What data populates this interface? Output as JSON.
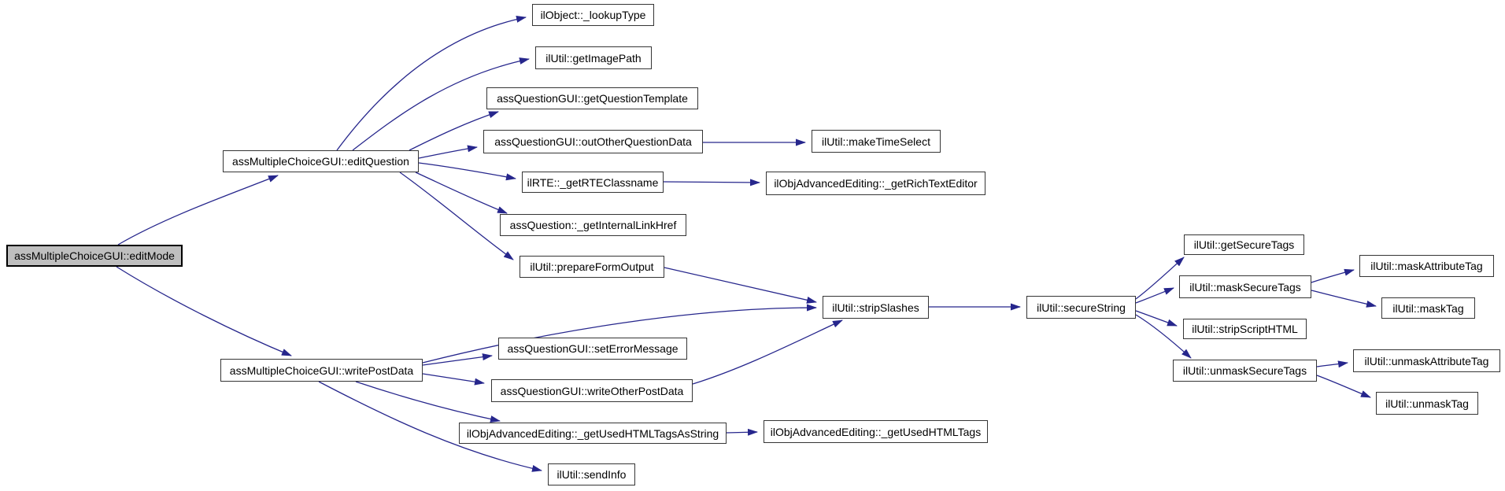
{
  "diagram": {
    "type": "call-graph",
    "colors": {
      "edge": "#26268c",
      "node_border": "#353535",
      "node_fill": "#ffffff",
      "root_fill": "#bfbfbf",
      "text": "#000000",
      "background": "#ffffff"
    },
    "nodes": {
      "editMode": {
        "label": "assMultipleChoiceGUI::editMode",
        "root": true
      },
      "editQuestion": {
        "label": "assMultipleChoiceGUI::editQuestion"
      },
      "writePostData": {
        "label": "assMultipleChoiceGUI::writePostData"
      },
      "lookupType": {
        "label": "ilObject::_lookupType"
      },
      "getImagePath": {
        "label": "ilUtil::getImagePath"
      },
      "getQuestionTemplate": {
        "label": "assQuestionGUI::getQuestionTemplate"
      },
      "outOtherQuestionData": {
        "label": "assQuestionGUI::outOtherQuestionData"
      },
      "getRTEClassname": {
        "label": "ilRTE::_getRTEClassname"
      },
      "getInternalLinkHref": {
        "label": "assQuestion::_getInternalLinkHref"
      },
      "prepareFormOutput": {
        "label": "ilUtil::prepareFormOutput"
      },
      "makeTimeSelect": {
        "label": "ilUtil::makeTimeSelect"
      },
      "getRichTextEditor": {
        "label": "ilObjAdvancedEditing::_getRichTextEditor"
      },
      "stripSlashes": {
        "label": "ilUtil::stripSlashes"
      },
      "secureString": {
        "label": "ilUtil::secureString"
      },
      "getSecureTags": {
        "label": "ilUtil::getSecureTags"
      },
      "maskSecureTags": {
        "label": "ilUtil::maskSecureTags"
      },
      "stripScriptHTML": {
        "label": "ilUtil::stripScriptHTML"
      },
      "unmaskSecureTags": {
        "label": "ilUtil::unmaskSecureTags"
      },
      "maskAttributeTag": {
        "label": "ilUtil::maskAttributeTag"
      },
      "maskTag": {
        "label": "ilUtil::maskTag"
      },
      "unmaskAttributeTag": {
        "label": "ilUtil::unmaskAttributeTag"
      },
      "unmaskTag": {
        "label": "ilUtil::unmaskTag"
      },
      "setErrorMessage": {
        "label": "assQuestionGUI::setErrorMessage"
      },
      "writeOtherPostData": {
        "label": "assQuestionGUI::writeOtherPostData"
      },
      "getUsedHTMLTagsAsString": {
        "label": "ilObjAdvancedEditing::_getUsedHTMLTagsAsString"
      },
      "sendInfo": {
        "label": "ilUtil::sendInfo"
      },
      "getUsedHTMLTags": {
        "label": "ilObjAdvancedEditing::_getUsedHTMLTags"
      }
    },
    "edges": [
      {
        "from": "editMode",
        "to": "editQuestion"
      },
      {
        "from": "editMode",
        "to": "writePostData"
      },
      {
        "from": "editQuestion",
        "to": "lookupType"
      },
      {
        "from": "editQuestion",
        "to": "getImagePath"
      },
      {
        "from": "editQuestion",
        "to": "getQuestionTemplate"
      },
      {
        "from": "editQuestion",
        "to": "outOtherQuestionData"
      },
      {
        "from": "editQuestion",
        "to": "getRTEClassname"
      },
      {
        "from": "editQuestion",
        "to": "getInternalLinkHref"
      },
      {
        "from": "editQuestion",
        "to": "prepareFormOutput"
      },
      {
        "from": "outOtherQuestionData",
        "to": "makeTimeSelect"
      },
      {
        "from": "getRTEClassname",
        "to": "getRichTextEditor"
      },
      {
        "from": "prepareFormOutput",
        "to": "stripSlashes"
      },
      {
        "from": "writePostData",
        "to": "stripSlashes"
      },
      {
        "from": "writePostData",
        "to": "setErrorMessage"
      },
      {
        "from": "writePostData",
        "to": "writeOtherPostData"
      },
      {
        "from": "writePostData",
        "to": "getUsedHTMLTagsAsString"
      },
      {
        "from": "writePostData",
        "to": "sendInfo"
      },
      {
        "from": "writeOtherPostData",
        "to": "stripSlashes"
      },
      {
        "from": "stripSlashes",
        "to": "secureString"
      },
      {
        "from": "secureString",
        "to": "getSecureTags"
      },
      {
        "from": "secureString",
        "to": "maskSecureTags"
      },
      {
        "from": "secureString",
        "to": "stripScriptHTML"
      },
      {
        "from": "secureString",
        "to": "unmaskSecureTags"
      },
      {
        "from": "maskSecureTags",
        "to": "maskAttributeTag"
      },
      {
        "from": "maskSecureTags",
        "to": "maskTag"
      },
      {
        "from": "unmaskSecureTags",
        "to": "unmaskAttributeTag"
      },
      {
        "from": "unmaskSecureTags",
        "to": "unmaskTag"
      },
      {
        "from": "getUsedHTMLTagsAsString",
        "to": "getUsedHTMLTags"
      }
    ]
  }
}
